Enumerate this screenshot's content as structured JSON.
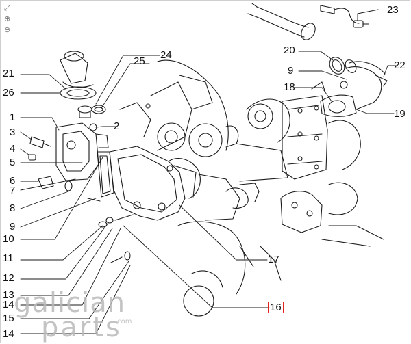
{
  "toolbar": {
    "expand_icon": "expand-icon",
    "zoom_in_icon": "zoom-in-icon",
    "zoom_out_icon": "zoom-out-icon"
  },
  "callouts": {
    "c1": "1",
    "c2": "2",
    "c3": "3",
    "c4": "4",
    "c5": "5",
    "c6": "6",
    "c7": "7",
    "c8": "8",
    "c9": "9",
    "c9b": "9",
    "c10": "10",
    "c11": "11",
    "c12": "12",
    "c13": "13",
    "c14": "14",
    "c14b": "14",
    "c15": "15",
    "c16": "16",
    "c17": "17",
    "c18": "18",
    "c19": "19",
    "c20": "20",
    "c21": "21",
    "c22": "22",
    "c23": "23",
    "c24": "24",
    "c25": "25",
    "c26": "26"
  },
  "highlight_color": "#e0231c",
  "watermark": {
    "line1": "galician",
    "line2": "parts",
    "suffix": ".com",
    "color": "#b9b9b9"
  }
}
